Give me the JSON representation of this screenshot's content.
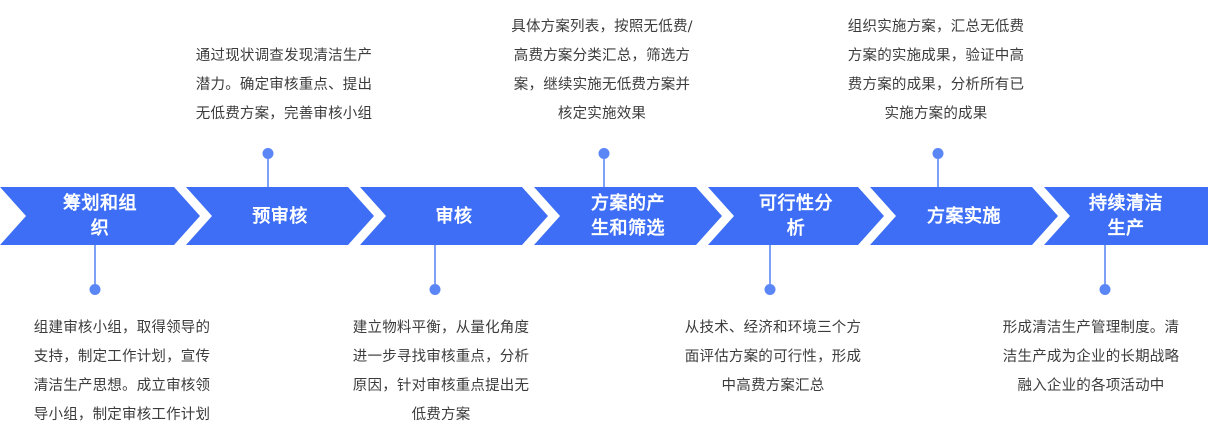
{
  "diagram": {
    "type": "process-chevron-flow",
    "accent_color": "#3d6ef5",
    "connector_color": "#7fa0f7",
    "text_color": "#3c3c3c",
    "step_label_color": "#ffffff"
  },
  "steps": [
    {
      "id": "step-1",
      "label": "筹划和组\n织"
    },
    {
      "id": "step-2",
      "label": "预审核"
    },
    {
      "id": "step-3",
      "label": "审核"
    },
    {
      "id": "step-4",
      "label": "方案的产\n生和筛选"
    },
    {
      "id": "step-5",
      "label": "可行性分\n析"
    },
    {
      "id": "step-6",
      "label": "方案实施"
    },
    {
      "id": "step-7",
      "label": "持续清洁\n生产"
    }
  ],
  "callouts_top": [
    {
      "id": "callout-top-1",
      "for_step": "step-2",
      "text": "通过现状调查发现清洁生产\n潜力。确定审核重点、提出\n无低费方案，完善审核小组"
    },
    {
      "id": "callout-top-2",
      "for_step": "step-4",
      "text": "具体方案列表，按照无低费/\n高费方案分类汇总，筛选方\n案，继续实施无低费方案并\n核定实施效果"
    },
    {
      "id": "callout-top-3",
      "for_step": "step-6",
      "text": "组织实施方案，汇总无低费\n方案的实施成果，验证中高\n费方案的成果，分析所有已\n实施方案的成果"
    }
  ],
  "callouts_bottom": [
    {
      "id": "callout-bottom-1",
      "for_step": "step-1",
      "text": "组建审核小组，取得领导的\n支持，制定工作计划，宣传\n清洁生产思想。成立审核领\n导小组，制定审核工作计划"
    },
    {
      "id": "callout-bottom-2",
      "for_step": "step-3",
      "text": "建立物料平衡，从量化角度\n进一步寻找审核重点，分析\n原因，针对审核重点提出无\n低费方案"
    },
    {
      "id": "callout-bottom-3",
      "for_step": "step-5",
      "text": "从技术、经济和环境三个方\n面评估方案的可行性，形成\n中高费方案汇总"
    },
    {
      "id": "callout-bottom-4",
      "for_step": "step-7",
      "text": "形成清洁生产管理制度。清\n洁生产成为企业的长期战略\n融入企业的各项活动中"
    }
  ]
}
